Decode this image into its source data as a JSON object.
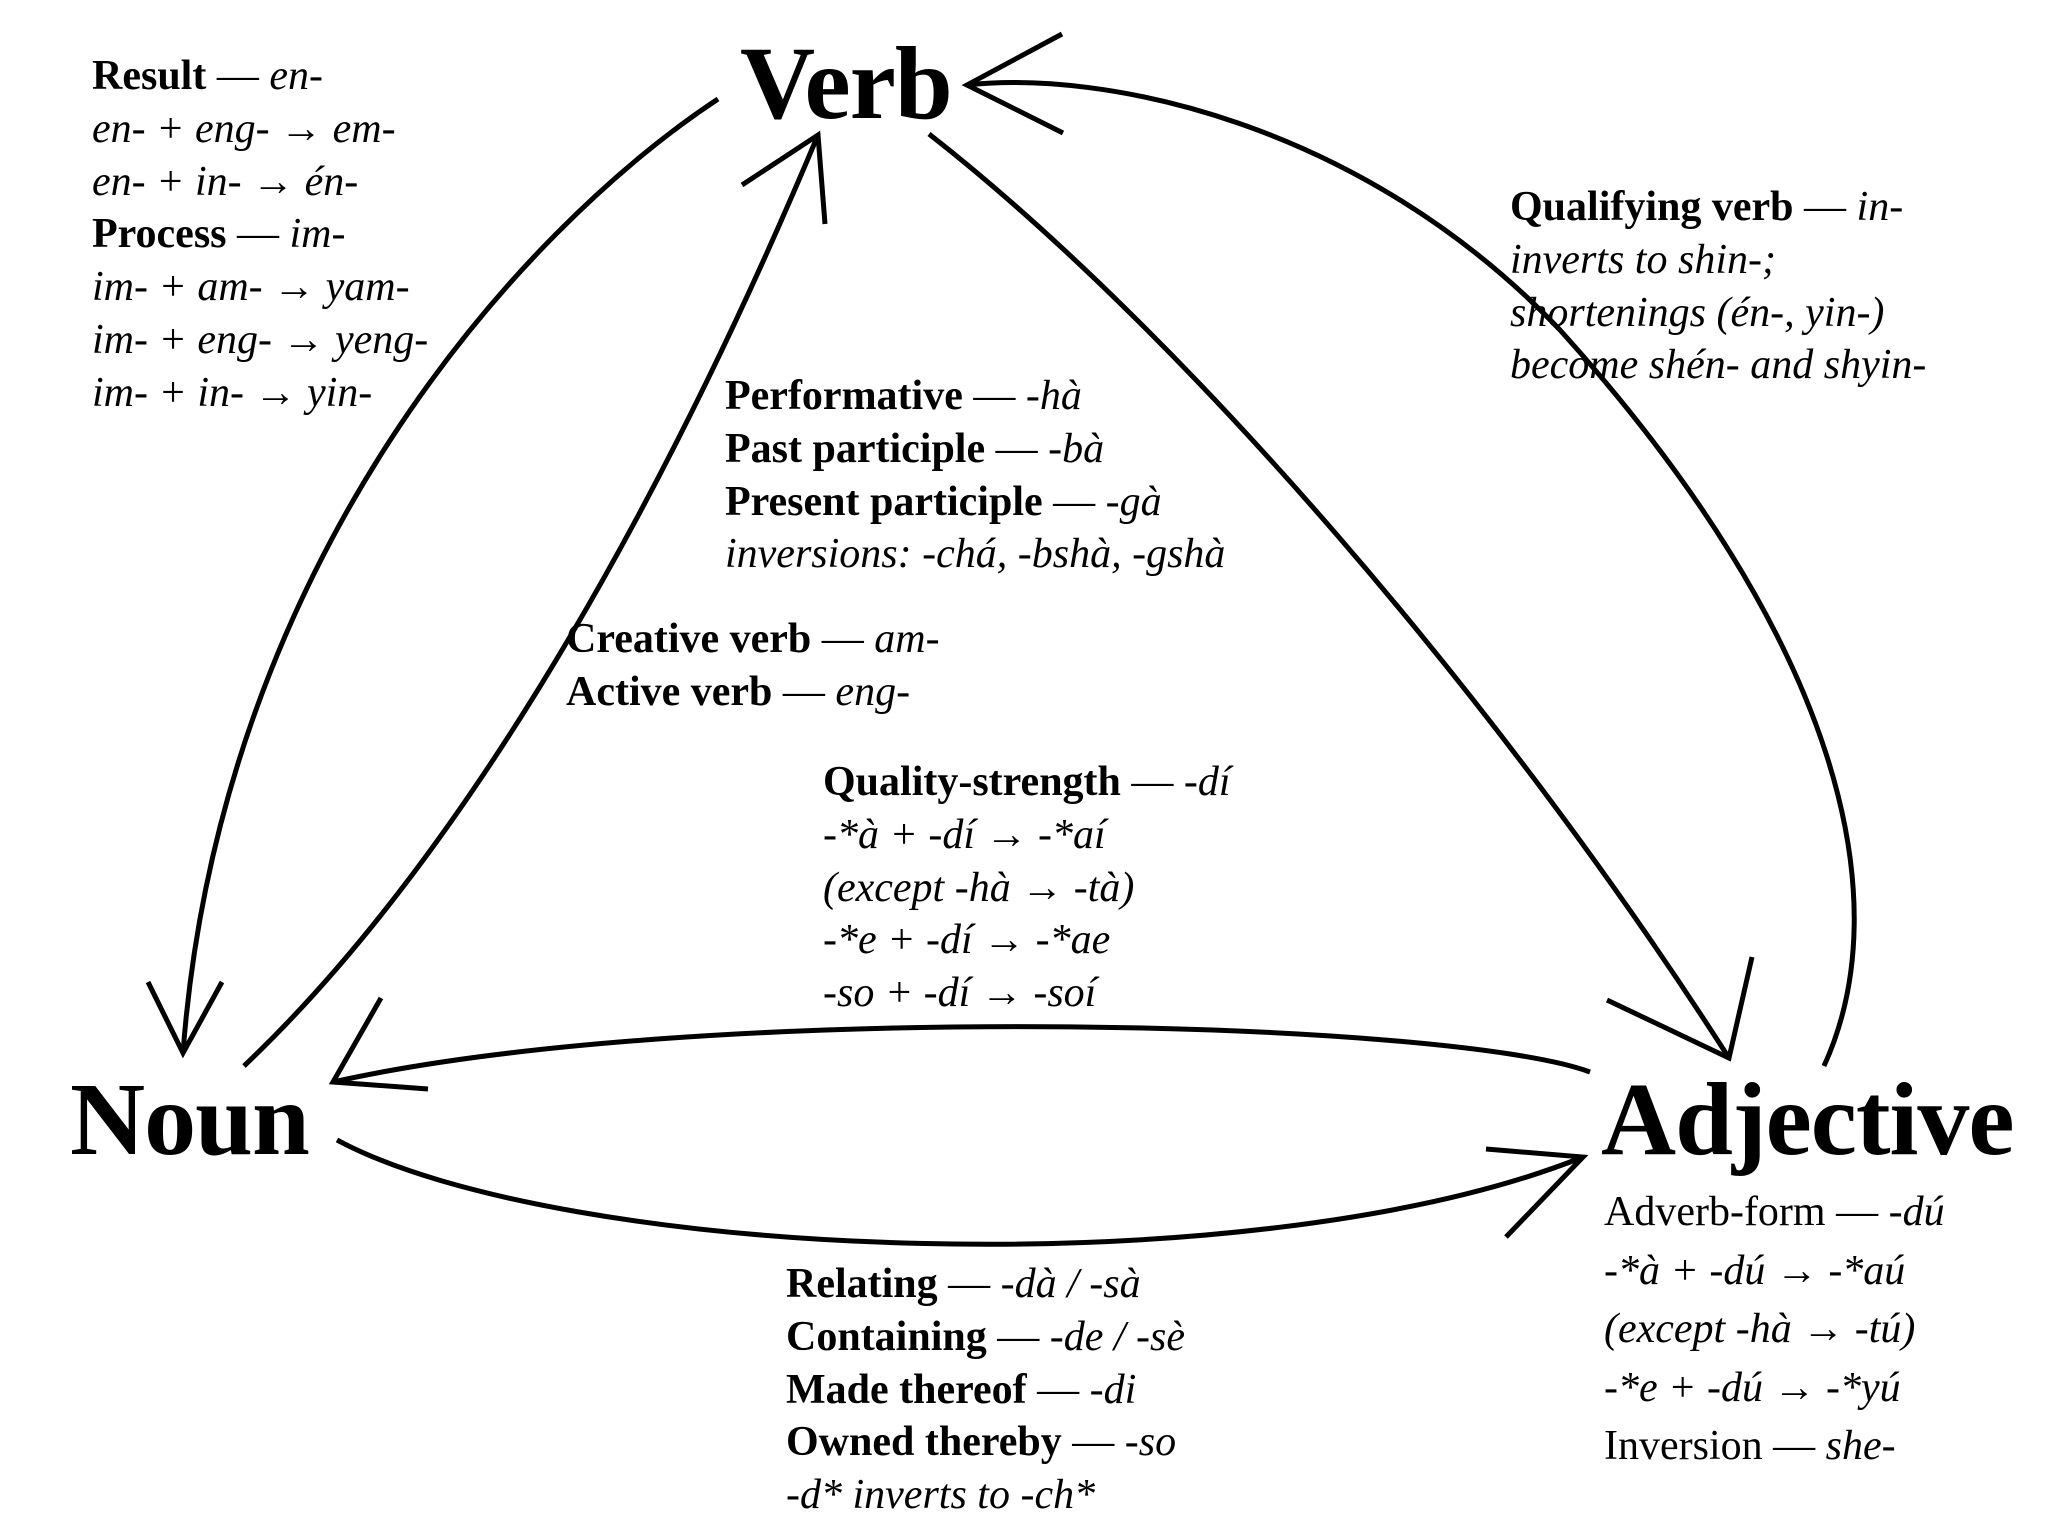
{
  "nodes": {
    "verb": "Verb",
    "noun": "Noun",
    "adjective": "Adjective"
  },
  "blocks": {
    "verb_to_noun": {
      "lines": [
        {
          "label": "Result",
          "sep": " — ",
          "value": "en-"
        },
        {
          "text": "en- + eng- → em-"
        },
        {
          "text": "en- + in- → én-"
        },
        {
          "label": "Process",
          "sep": " — ",
          "value": "im-"
        },
        {
          "text": "im- + am- → yam-"
        },
        {
          "text": "im- + eng- → yeng-"
        },
        {
          "text": "im- + in- → yin-"
        }
      ]
    },
    "adjective_to_verb": {
      "lines": [
        {
          "label": "Qualifying verb",
          "sep": " — ",
          "value": "in-"
        },
        {
          "text": "inverts to shin-;"
        },
        {
          "text": "shortenings (én-, yin-)"
        },
        {
          "text": "become shén- and shyin-"
        }
      ]
    },
    "verb_to_adjective": {
      "lines": [
        {
          "label": "Performative",
          "sep": " — ",
          "value": "-hà"
        },
        {
          "label": "Past participle",
          "sep": " — ",
          "value": "-bà"
        },
        {
          "label": "Present participle",
          "sep": " — ",
          "value": "-gà"
        },
        {
          "text": "inversions: -chá, -bshà, -gshà"
        }
      ]
    },
    "noun_to_verb": {
      "lines": [
        {
          "label": "Creative verb",
          "sep": " — ",
          "value": "am-"
        },
        {
          "label": "Active verb",
          "sep": " — ",
          "value": "eng-"
        }
      ]
    },
    "adjective_to_noun": {
      "lines": [
        {
          "label": "Quality-strength",
          "sep": " — ",
          "value": "-dí"
        },
        {
          "text": "-*à + -dí → -*aí"
        },
        {
          "text": "(except -hà → -tà)"
        },
        {
          "text": "-*e + -dí → -*ae"
        },
        {
          "text": "-so + -dí → -soí"
        }
      ]
    },
    "noun_to_adjective": {
      "lines": [
        {
          "label": "Relating",
          "sep": " — ",
          "value": "-dà / -sà"
        },
        {
          "label": "Containing",
          "sep": " — ",
          "value": "-de / -sè"
        },
        {
          "label": "Made thereof",
          "sep": " — ",
          "value": "-di"
        },
        {
          "label": "Owned thereby",
          "sep": " — ",
          "value": "-so"
        },
        {
          "text": "-d* inverts to -ch*"
        }
      ]
    },
    "adjective_derivations": {
      "lines": [
        {
          "plain": "Adverb-form",
          "sep": " — ",
          "value": "-dú"
        },
        {
          "text": "-*à + -dú → -*aú"
        },
        {
          "text": "(except -hà → -tú)"
        },
        {
          "text": "-*e + -dú → -*yú"
        },
        {
          "plain": "Inversion",
          "sep": " — ",
          "value": "she-"
        }
      ]
    }
  },
  "edges": [
    {
      "from": "Verb",
      "to": "Noun"
    },
    {
      "from": "Noun",
      "to": "Verb"
    },
    {
      "from": "Verb",
      "to": "Adjective"
    },
    {
      "from": "Adjective",
      "to": "Verb"
    },
    {
      "from": "Adjective",
      "to": "Noun"
    },
    {
      "from": "Noun",
      "to": "Adjective"
    }
  ]
}
